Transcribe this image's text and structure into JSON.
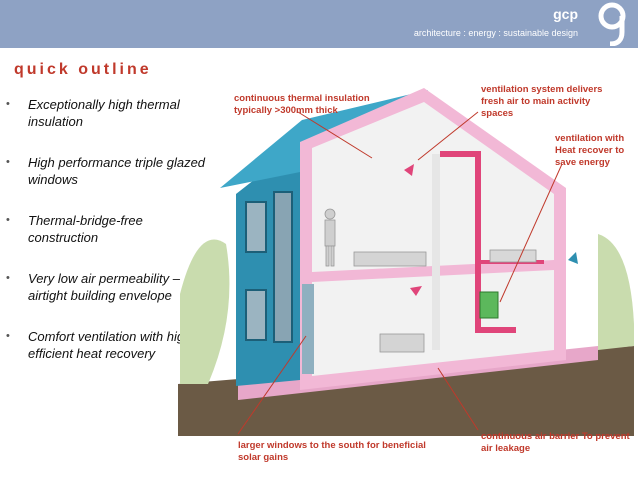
{
  "header": {
    "brand": "gcp",
    "tagline": "architecture : energy : sustainable design"
  },
  "section_title": "quick outline",
  "bullets": [
    "Exceptionally high thermal insulation",
    "High performance triple glazed windows",
    "Thermal-bridge-free construction",
    "Very low air permeability – airtight building envelope",
    "Comfort ventilation with highly efficient heat recovery"
  ],
  "callouts": {
    "insulation": "continuous thermal insulation typically >300mm thick",
    "ventilation_supply": "ventilation system delivers fresh air to main activity spaces",
    "heat_recovery": "ventilation with Heat recover to save energy",
    "windows": "larger windows to the south for beneficial solar gains",
    "air_barrier": "continuous air barrier To prevent air leakage"
  },
  "colors": {
    "header": "#8ea2c4",
    "accent": "#c0392b",
    "wall": "#2e8fb0",
    "insulation": "#f2b8d6",
    "ducts": "#e0457a",
    "ground": "#6b5a45"
  }
}
